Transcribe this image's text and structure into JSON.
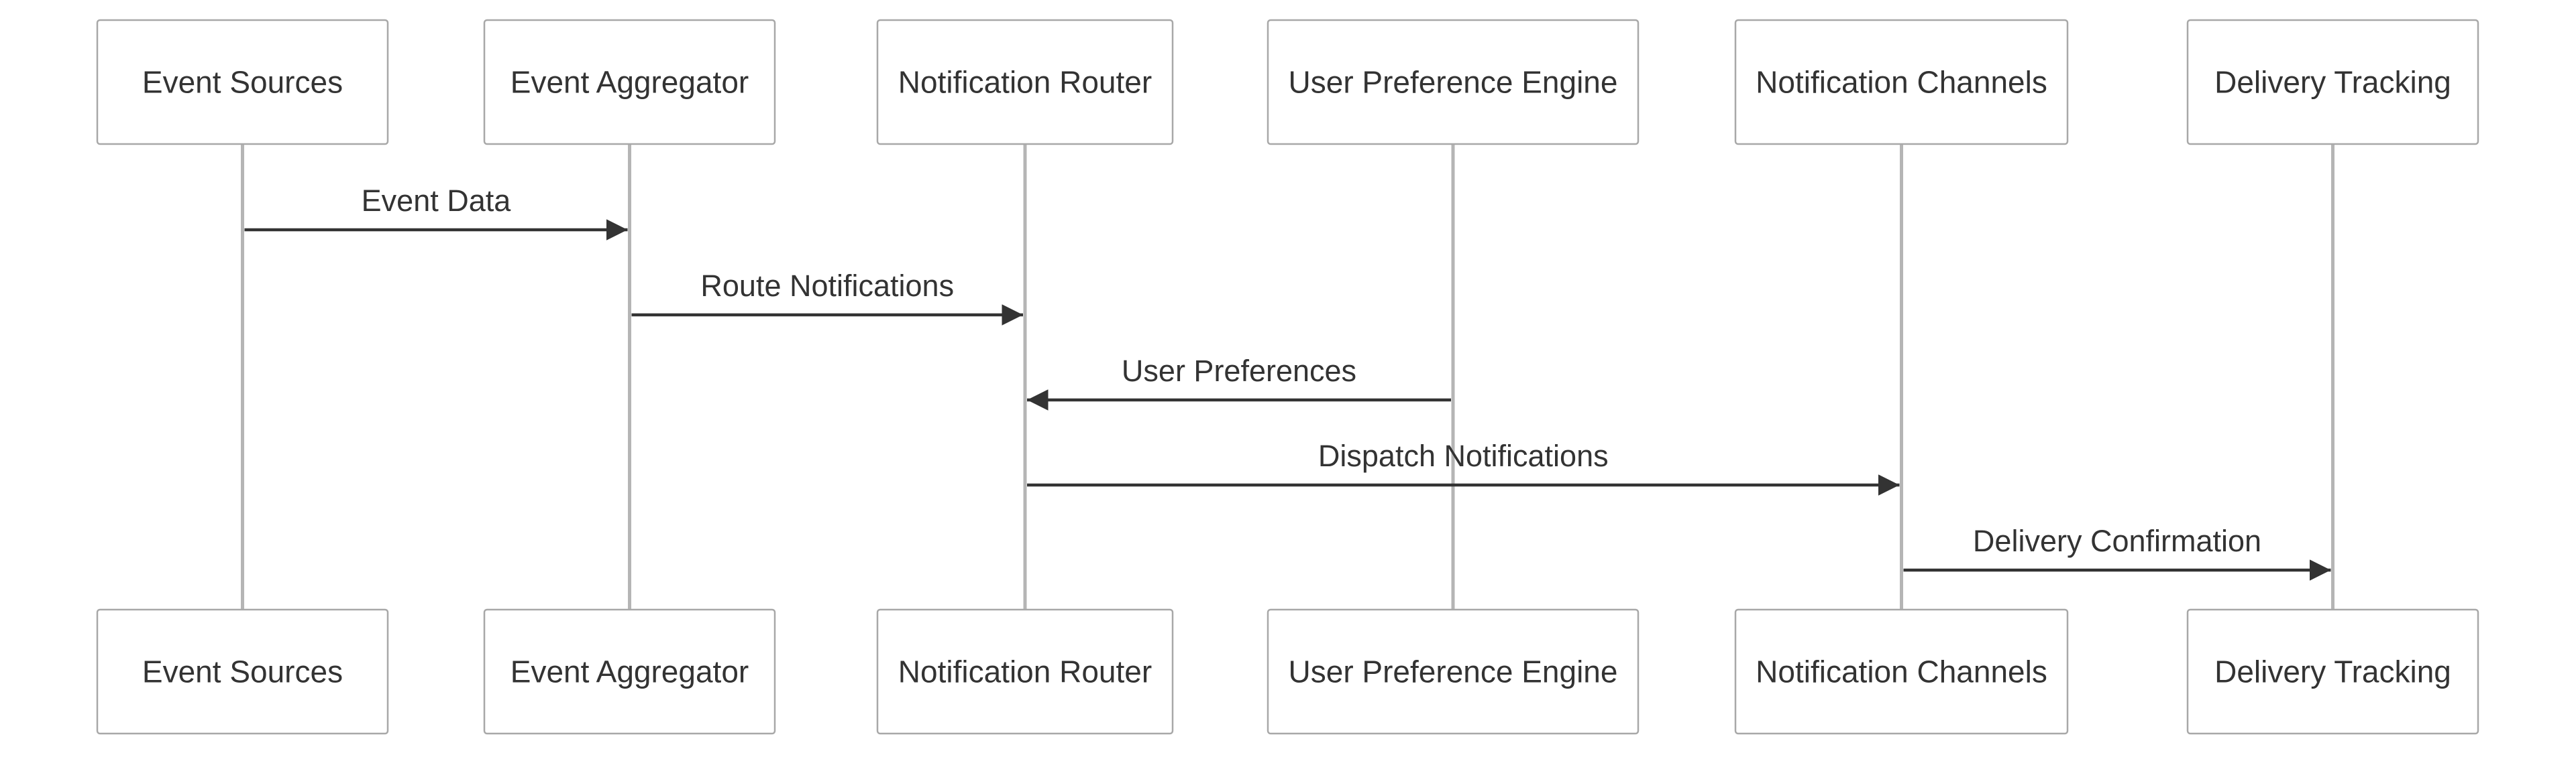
{
  "diagram": {
    "type": "sequence",
    "colors": {
      "actor_border": "#a8a8a8",
      "actor_fill": "#ffffff",
      "lifeline": "#b5b5b5",
      "message": "#333333",
      "text": "#333333",
      "background": "#ffffff"
    },
    "participants": [
      {
        "id": "event-sources",
        "label": "Event Sources"
      },
      {
        "id": "event-aggregator",
        "label": "Event Aggregator"
      },
      {
        "id": "notification-router",
        "label": "Notification Router"
      },
      {
        "id": "user-preference-engine",
        "label": "User Preference Engine"
      },
      {
        "id": "notification-channels",
        "label": "Notification Channels"
      },
      {
        "id": "delivery-tracking",
        "label": "Delivery Tracking"
      }
    ],
    "messages": [
      {
        "id": "event-data",
        "from": 0,
        "to": 1,
        "label": "Event Data"
      },
      {
        "id": "route-notifications",
        "from": 1,
        "to": 2,
        "label": "Route Notifications"
      },
      {
        "id": "user-preferences",
        "from": 3,
        "to": 2,
        "label": "User Preferences"
      },
      {
        "id": "dispatch-notifications",
        "from": 2,
        "to": 4,
        "label": "Dispatch Notifications"
      },
      {
        "id": "delivery-confirmation",
        "from": 4,
        "to": 5,
        "label": "Delivery Confirmation"
      }
    ]
  }
}
